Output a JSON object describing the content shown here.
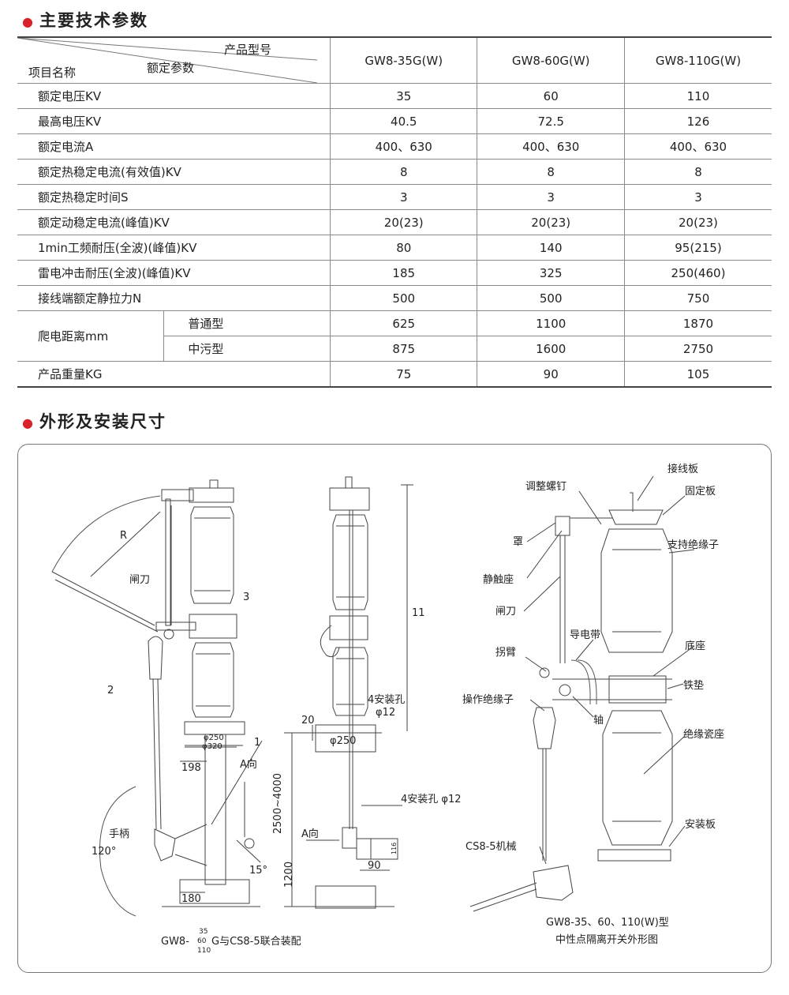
{
  "section1_title": "主要技术参数",
  "section2_title": "外形及安装尺寸",
  "table": {
    "header": {
      "product_model": "产品型号",
      "rated_params": "额定参数",
      "item_name": "项目名称"
    },
    "models": [
      "GW8-35G(W)",
      "GW8-60G(W)",
      "GW8-110G(W)"
    ],
    "rows": [
      {
        "name": "额定电压KV",
        "values": [
          "35",
          "60",
          "110"
        ]
      },
      {
        "name": "最高电压KV",
        "values": [
          "40.5",
          "72.5",
          "126"
        ]
      },
      {
        "name": "额定电流A",
        "values": [
          "400、630",
          "400、630",
          "400、630"
        ]
      },
      {
        "name": "额定热稳定电流(有效值)KV",
        "values": [
          "8",
          "8",
          "8"
        ]
      },
      {
        "name": "额定热稳定时间S",
        "values": [
          "3",
          "3",
          "3"
        ]
      },
      {
        "name": "额定动稳定电流(峰值)KV",
        "values": [
          "20(23)",
          "20(23)",
          "20(23)"
        ]
      },
      {
        "name": "1min工频耐压(全波)(峰值)KV",
        "values": [
          "80",
          "140",
          "95(215)"
        ]
      },
      {
        "name": "雷电冲击耐压(全波)(峰值)KV",
        "values": [
          "185",
          "325",
          "250(460)"
        ]
      },
      {
        "name": "接线端额定静拉力N",
        "values": [
          "500",
          "500",
          "750"
        ]
      }
    ],
    "creepage": {
      "name": "爬电距离mm",
      "sub": [
        {
          "name": "普通型",
          "values": [
            "625",
            "1100",
            "1870"
          ]
        },
        {
          "name": "中污型",
          "values": [
            "875",
            "1600",
            "2750"
          ]
        }
      ]
    },
    "weight": {
      "name": "产品重量KG",
      "values": [
        "75",
        "90",
        "105"
      ]
    }
  },
  "drawing": {
    "left_labels": {
      "R": "R",
      "zhadao": "闸刀",
      "n3": "3",
      "n2": "2",
      "n1": "1",
      "shoubing": "手柄",
      "angle120": "120°",
      "d250": "φ250",
      "d320": "φ320",
      "d198": "198",
      "d180": "180",
      "Axiang": "A向",
      "angle15": "15°"
    },
    "left_caption": {
      "prefix": "GW8-",
      "top": "35",
      "mid": "60",
      "bottom": "110",
      "suffix": "G与CS8-5联合装配"
    },
    "middle_labels": {
      "d11": "11",
      "d20": "20",
      "holes1": "4安装孔",
      "phi12": "φ12",
      "d250": "φ250",
      "range": "2500~4000",
      "holes2": "4安装孔 φ12",
      "Axiang": "A向",
      "d1200": "1200",
      "d90": "90",
      "d116": "116"
    },
    "right_labels": [
      "接线板",
      "调整螺钉",
      "固定板",
      "支持绝缘子",
      "罩",
      "静触座",
      "闸刀",
      "导电带",
      "拐臂",
      "底座",
      "操作绝缘子",
      "铁垫",
      "轴",
      "绝缘瓷座",
      "安装板",
      "CS8-5机械"
    ],
    "right_caption": [
      "GW8-35、60、110(W)型",
      "中性点隔离开关外形图"
    ]
  }
}
